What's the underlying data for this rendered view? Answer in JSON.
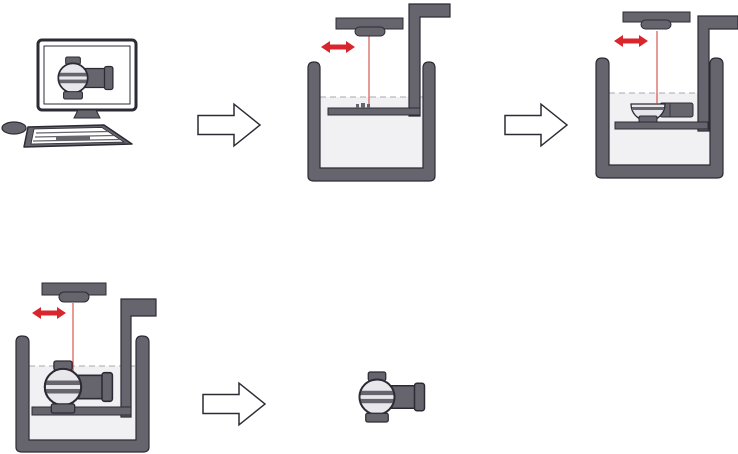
{
  "diagram": {
    "steps": [
      {
        "id": "step-1",
        "content": "computer-with-3d-model"
      },
      {
        "id": "step-2",
        "content": "resin-tank-empty-platform"
      },
      {
        "id": "step-3",
        "content": "resin-tank-part-building"
      },
      {
        "id": "step-4",
        "content": "resin-tank-part-complete"
      },
      {
        "id": "step-5",
        "content": "finished-part"
      }
    ],
    "connectors": [
      "arrow-right-outline-icon",
      "arrow-right-outline-icon",
      "arrow-right-outline-icon"
    ],
    "colors": {
      "dark_gray": "#66656d",
      "outline": "#2c2b35",
      "resin": "#f1f1f4",
      "laser": "#d0342c",
      "red_arrow": "#d8262c",
      "part_light": "#e3e3e8",
      "part_mid": "#b8b8c0",
      "screen_bg": "#ffffff"
    }
  }
}
